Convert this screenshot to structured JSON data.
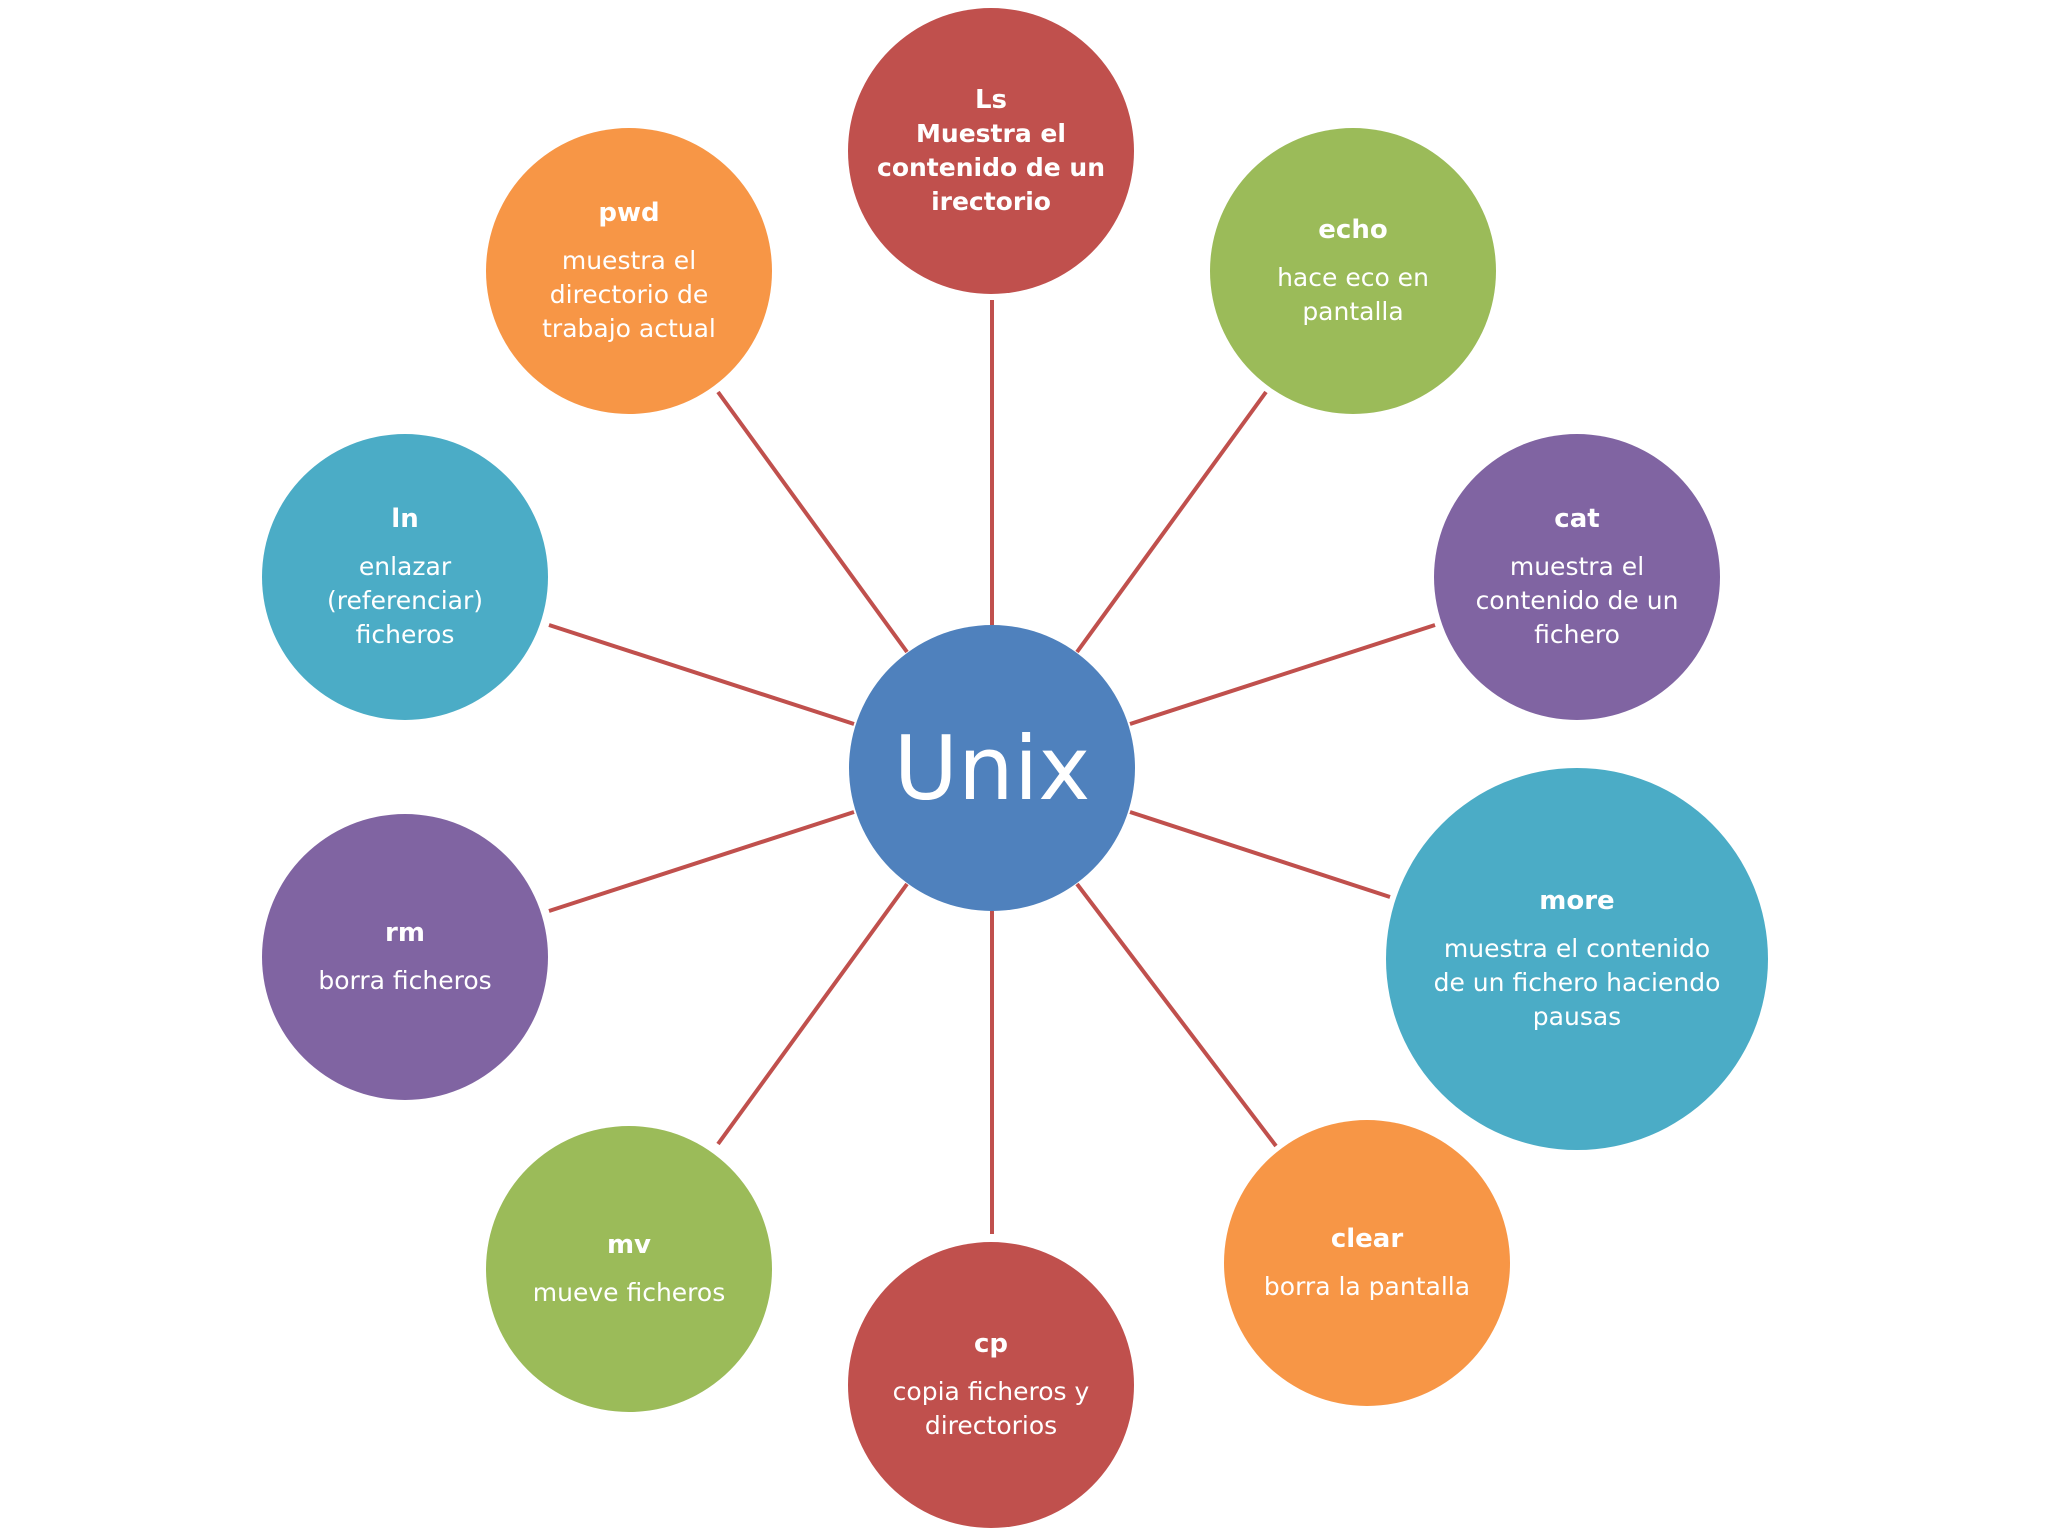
{
  "center": {
    "label": "Unix",
    "color": "#4f81bd"
  },
  "line_color": "#c0504d",
  "nodes": [
    {
      "key": "ls",
      "cmd": "Ls",
      "desc": "Muestra el contenido de un irectorio",
      "color": "#c0504d"
    },
    {
      "key": "echo",
      "cmd": "echo",
      "desc": "hace eco en pantalla",
      "color": "#9bbb59"
    },
    {
      "key": "cat",
      "cmd": "cat",
      "desc": "muestra el contenido de un fichero",
      "color": "#8064a2"
    },
    {
      "key": "more",
      "cmd": "more",
      "desc": "muestra el contenido de un fichero haciendo pausas",
      "color": "#4bacc6"
    },
    {
      "key": "clear",
      "cmd": "clear",
      "desc": "borra la pantalla",
      "color": "#f79646"
    },
    {
      "key": "cp",
      "cmd": "cp",
      "desc": "copia ficheros y directorios",
      "color": "#c0504d"
    },
    {
      "key": "mv",
      "cmd": "mv",
      "desc": "mueve ficheros",
      "color": "#9bbb59"
    },
    {
      "key": "rm",
      "cmd": "rm",
      "desc": "borra ficheros",
      "color": "#8064a2"
    },
    {
      "key": "ln",
      "cmd": "ln",
      "desc": "enlazar (referenciar) ficheros",
      "color": "#4bacc6"
    },
    {
      "key": "pwd",
      "cmd": "pwd",
      "desc": "muestra el directorio de trabajo actual",
      "color": "#f79646"
    }
  ]
}
